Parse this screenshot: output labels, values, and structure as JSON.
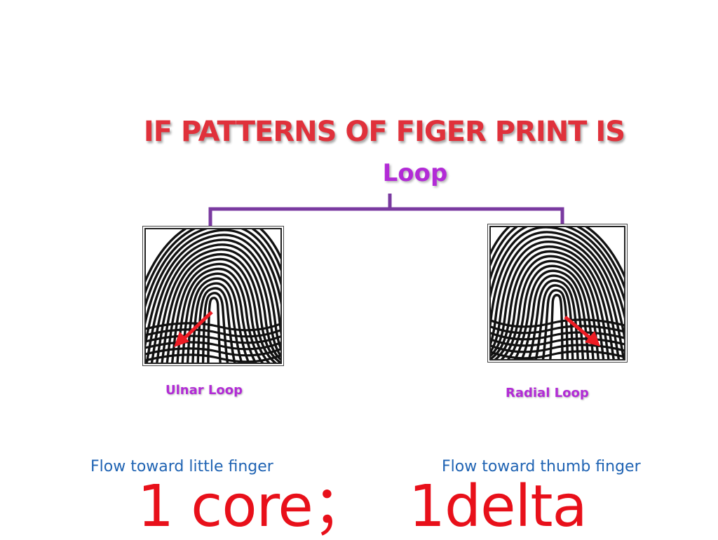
{
  "slide": {
    "title": "IF PATTERNS OF FIGER PRINT IS",
    "subtitle": "Loop",
    "colors": {
      "title": "#e0313b",
      "subtitle": "#b22bd6",
      "bracket": "#7a3aa0",
      "loop_label": "#b22bd6",
      "flow_text": "#1f63b3",
      "big_text": "#e8101a",
      "arrow": "#ee1c24"
    },
    "loops": [
      {
        "label": "Ulnar Loop",
        "icon": "fingerprint-icon",
        "arrow_icon": "arrow-down-left-icon"
      },
      {
        "label": "Radial Loop",
        "icon": "fingerprint-icon",
        "arrow_icon": "arrow-down-right-icon"
      }
    ],
    "flow_left": "Flow toward little finger",
    "flow_right": "Flow toward thumb finger",
    "big_part1": "1 core；",
    "big_part2": "1delta"
  }
}
